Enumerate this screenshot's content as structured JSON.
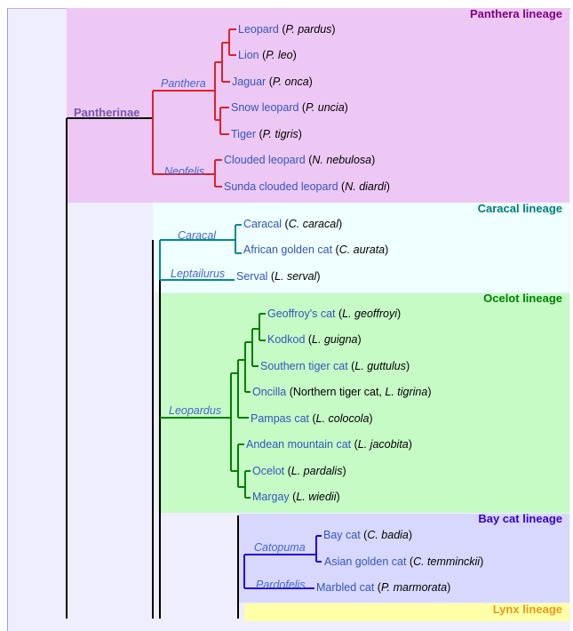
{
  "subfamily": "Pantherinae",
  "lineages": [
    {
      "name": "Panthera lineage",
      "color": "#800080",
      "bg": "#eec8f5"
    },
    {
      "name": "Caracal lineage",
      "color": "#007b7b",
      "bg": "#efffff"
    },
    {
      "name": "Ocelot lineage",
      "color": "#008000",
      "bg": "#c6fbc6"
    },
    {
      "name": "Bay cat lineage",
      "color": "#3300cc",
      "bg": "#d8d8ff"
    },
    {
      "name": "Lynx lineage",
      "color": "#e39b1a",
      "bg": "#ffffa8"
    }
  ],
  "genera": {
    "panthera": "Panthera",
    "neofelis": "Neofelis",
    "caracal": "Caracal",
    "leptailurus": "Leptailurus",
    "leopardus": "Leopardus",
    "catopuma": "Catopuma",
    "pardofelis": "Pardofelis"
  },
  "leaves": {
    "leopard": {
      "common": "Leopard",
      "pre": " (",
      "species": "P. pardus",
      "post": ")"
    },
    "lion": {
      "common": "Lion",
      "pre": " (",
      "species": "P. leo",
      "post": ")"
    },
    "jaguar": {
      "common": "Jaguar",
      "pre": " (",
      "species": "P. onca",
      "post": ")"
    },
    "snow_leopard": {
      "common": "Snow leopard",
      "pre": " (",
      "species": "P. uncia",
      "post": ")"
    },
    "tiger": {
      "common": "Tiger",
      "pre": " (",
      "species": "P. tigris",
      "post": ")"
    },
    "clouded": {
      "common": "Clouded leopard",
      "pre": " (",
      "species": "N. nebulosa",
      "post": ")"
    },
    "sunda": {
      "common": "Sunda clouded leopard",
      "pre": " (",
      "species": "N. diardi",
      "post": ")"
    },
    "caracal": {
      "common": "Caracal",
      "pre": " (",
      "species": "C. caracal",
      "post": ")"
    },
    "african_golden": {
      "common": "African golden cat",
      "pre": " (",
      "species": "C. aurata",
      "post": ")"
    },
    "serval": {
      "common": "Serval",
      "pre": " (",
      "species": "L. serval",
      "post": ")"
    },
    "geoffroy": {
      "common": "Geoffroy's cat",
      "pre": " (",
      "species": "L. geoffroyi",
      "post": ")"
    },
    "kodkod": {
      "common": "Kodkod",
      "pre": " (",
      "species": "L. guigna",
      "post": ")"
    },
    "southern_tiger": {
      "common": "Southern tiger cat",
      "pre": " (",
      "species": "L. guttulus",
      "post": ")"
    },
    "oncilla": {
      "common": "Oncilla",
      "pre": " (Northern tiger cat, ",
      "species": "L. tigrina",
      "post": ")"
    },
    "pampas": {
      "common": "Pampas cat",
      "pre": " (",
      "species": "L. colocola",
      "post": ")"
    },
    "andean": {
      "common": "Andean mountain cat",
      "pre": " (",
      "species": "L. jacobita",
      "post": ")"
    },
    "ocelot": {
      "common": "Ocelot",
      "pre": " (",
      "species": "L. pardalis",
      "post": ")"
    },
    "margay": {
      "common": "Margay",
      "pre": " (",
      "species": "L. wiedii",
      "post": ")"
    },
    "bay": {
      "common": "Bay cat",
      "pre": " (",
      "species": "C. badia",
      "post": ")"
    },
    "asian_golden": {
      "common": "Asian golden cat",
      "pre": " (",
      "species": "C. temminckii",
      "post": ")"
    },
    "marbled": {
      "common": "Marbled cat",
      "pre": " (",
      "species": "P. marmorata",
      "post": ")"
    }
  }
}
